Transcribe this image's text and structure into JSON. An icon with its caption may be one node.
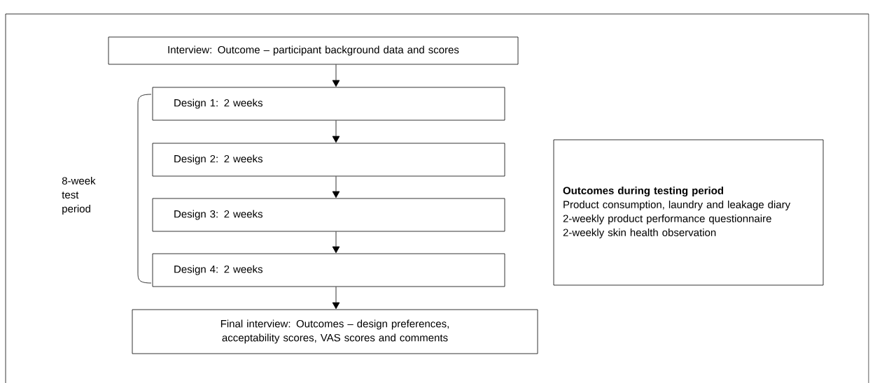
{
  "diagram": {
    "nodes": [
      {
        "text": [
          "Interview: Outcome – participant background data and scores"
        ]
      },
      {
        "text": [
          "Design 1: 2 weeks"
        ]
      },
      {
        "text": [
          "Design 2: 2 weeks"
        ]
      },
      {
        "text": [
          "Design 3: 2 weeks"
        ]
      },
      {
        "text": [
          "Design 4: 2 weeks"
        ]
      },
      {
        "text": [
          "Final interview: Outcomes – design preferences, acceptability scores, VAS scores and comments"
        ]
      },
      {
        "text": [
          "Outcomes during testing period",
          "Product consumption, laundry and leakage diary",
          "2-weekly product performance questionnaire",
          "2-weekly skin health observation"
        ]
      }
    ],
    "edges": [
      {
        "from": 0,
        "to": 1,
        "arrow": "to"
      },
      {
        "from": 1,
        "to": 2,
        "arrow": "to"
      },
      {
        "from": 2,
        "to": 3,
        "arrow": "to"
      },
      {
        "from": 3,
        "to": 4,
        "arrow": "to"
      },
      {
        "from": 4,
        "to": 5,
        "arrow": "to"
      }
    ],
    "labels": [
      "8-week test period"
    ]
  }
}
